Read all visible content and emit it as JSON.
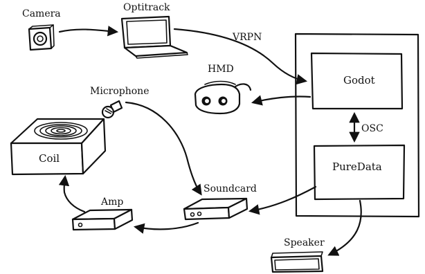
{
  "labels": {
    "camera": "Camera",
    "optitrack": "Optitrack",
    "vrpn": "VRPN",
    "hmd": "HMD",
    "godot": "Godot",
    "osc": "OSC",
    "puredata": "PureData",
    "microphone": "Microphone",
    "coil": "Coil",
    "amp": "Amp",
    "soundcard": "Soundcard",
    "speaker": "Speaker"
  }
}
